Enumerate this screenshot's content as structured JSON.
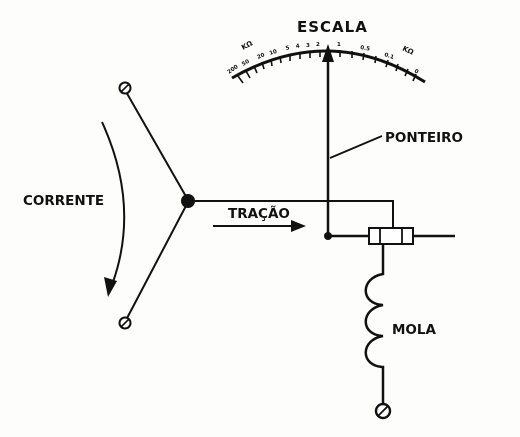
{
  "labels": {
    "scale": "ESCALA",
    "current": "CORRENTE",
    "traction": "TRAÇÃO",
    "pointer": "PONTEIRO",
    "spring": "MOLA"
  },
  "scale_marks": {
    "unit_left": "KΩ",
    "unit_right": "KΩ",
    "numbers": [
      "200",
      "50",
      "20",
      "10",
      "5",
      "4",
      "3",
      "2",
      "1",
      "0.5",
      "0.1",
      "0"
    ]
  },
  "colors": {
    "ink": "#111111",
    "paper": "#fdfdfb"
  }
}
